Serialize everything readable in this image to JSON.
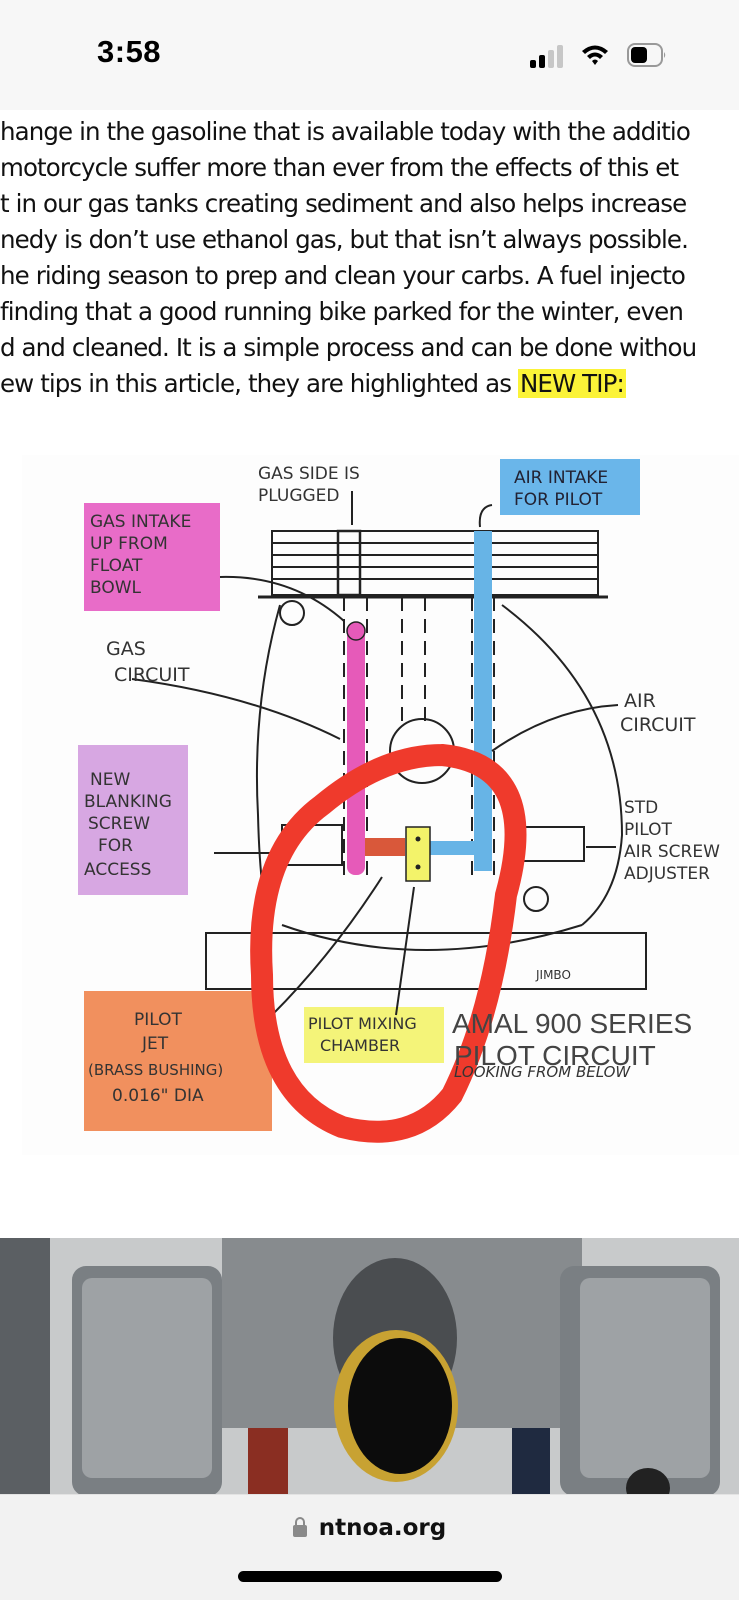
{
  "status_bar": {
    "time": "3:58",
    "signal_bars": 2,
    "signal_bars_total": 4,
    "wifi": "wifi-icon",
    "battery": "battery-icon"
  },
  "article": {
    "lines": [
      "hange in the gasoline that is available today with the additio",
      " motorcycle suffer more than ever from the effects of this et",
      "t in our gas tanks creating sediment and also helps increase",
      "nedy is don’t use ethanol gas, but that isn’t always possible.",
      "he riding season to prep and clean your carbs. A fuel injecto",
      "finding that a good running bike parked for the winter, even",
      "d and cleaned.  It is a simple process and can be done withou",
      "ew tips in this article, they are highlighted as "
    ],
    "highlight_text": "NEW TIP:",
    "highlight_color": "#fbf338"
  },
  "diagram": {
    "labels": {
      "gas_side": [
        "GAS SIDE IS",
        "PLUGGED"
      ],
      "air_intake": [
        "AIR INTAKE",
        "FOR PILOT"
      ],
      "gas_intake": [
        "GAS INTAKE",
        "UP FROM",
        "FLOAT",
        "BOWL"
      ],
      "gas_circuit": [
        "GAS",
        "CIRCUIT"
      ],
      "air_circuit": [
        "AIR",
        "CIRCUIT"
      ],
      "blanking_screw": [
        "NEW",
        "BLANKING",
        "SCREW",
        "FOR",
        "ACCESS"
      ],
      "std_pilot": [
        "STD",
        "PILOT",
        "AIR SCREW",
        "ADJUSTER"
      ],
      "pilot_jet": [
        "PILOT",
        "JET",
        "(BRASS BUSHING)",
        "0.016\" DIA"
      ],
      "mixing_chamber": [
        "PILOT MIXING",
        "CHAMBER"
      ],
      "title": [
        "AMAL 900 SERIES",
        "PILOT CIRCUIT"
      ],
      "subtitle": "LOOKING FROM BELOW",
      "signature": "JIMBO"
    },
    "colors": {
      "gas_intake_box": "#e55cc2",
      "air_intake_box": "#5aaee8",
      "blanking_box": "#c98ad8",
      "pilot_jet_box": "#f08a55",
      "mixing_box": "#f3f36a",
      "red_circle": "#ef3a2c",
      "gas_tube": "#e65ab9",
      "air_tube": "#67b4e6"
    }
  },
  "bottom_bar": {
    "url": "ntnoa.org",
    "lock": "lock-icon"
  }
}
